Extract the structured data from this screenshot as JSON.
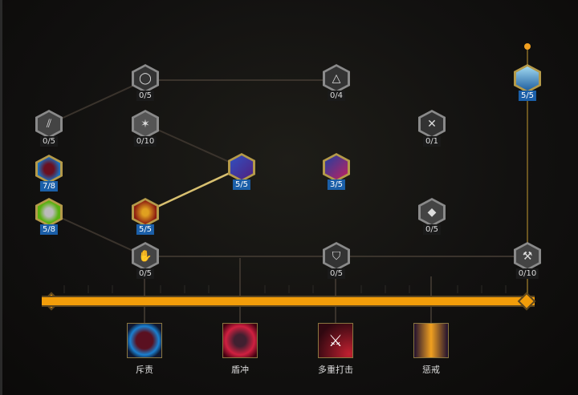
{
  "nodes": [
    {
      "id": "top-ring",
      "count": "0/5",
      "active": false,
      "icon": "ring-icon"
    },
    {
      "id": "claw",
      "count": "0/5",
      "active": false,
      "icon": "claw-icon"
    },
    {
      "id": "sword-burst",
      "count": "0/10",
      "active": false,
      "icon": "sword-icon"
    },
    {
      "id": "orb",
      "count": "7/8",
      "active": true,
      "icon": "orb-icon"
    },
    {
      "id": "armor",
      "count": "5/8",
      "active": true,
      "icon": "armor-icon"
    },
    {
      "id": "warrior",
      "count": "5/5",
      "active": true,
      "icon": "warrior-icon"
    },
    {
      "id": "purple-blade",
      "count": "5/5",
      "active": true,
      "icon": "blade-icon"
    },
    {
      "id": "cone",
      "count": "3/5",
      "active": true,
      "icon": "cone-icon"
    },
    {
      "id": "triangle",
      "count": "0/4",
      "active": false,
      "icon": "triangle-icon"
    },
    {
      "id": "cross-swords",
      "count": "0/1",
      "active": false,
      "icon": "cross-swords-icon"
    },
    {
      "id": "fist",
      "count": "0/5",
      "active": false,
      "icon": "fist-icon"
    },
    {
      "id": "gauntlet",
      "count": "0/5",
      "active": false,
      "icon": "gauntlet-icon"
    },
    {
      "id": "shield",
      "count": "0/5",
      "active": false,
      "icon": "shield-icon"
    },
    {
      "id": "ice",
      "count": "5/5",
      "active": true,
      "icon": "ice-icon"
    },
    {
      "id": "hammer",
      "count": "0/10",
      "active": false,
      "icon": "hammer-icon"
    }
  ],
  "skills": [
    {
      "label": "斥责",
      "icon": "rebuke-icon"
    },
    {
      "label": "盾冲",
      "icon": "shield-charge-icon"
    },
    {
      "label": "多重打击",
      "icon": "multi-strike-icon"
    },
    {
      "label": "惩戒",
      "icon": "chastise-icon"
    }
  ],
  "colors": {
    "accent": "#f29d0a",
    "active_count": "#1b5fa8",
    "active_link": "#d8c070"
  }
}
